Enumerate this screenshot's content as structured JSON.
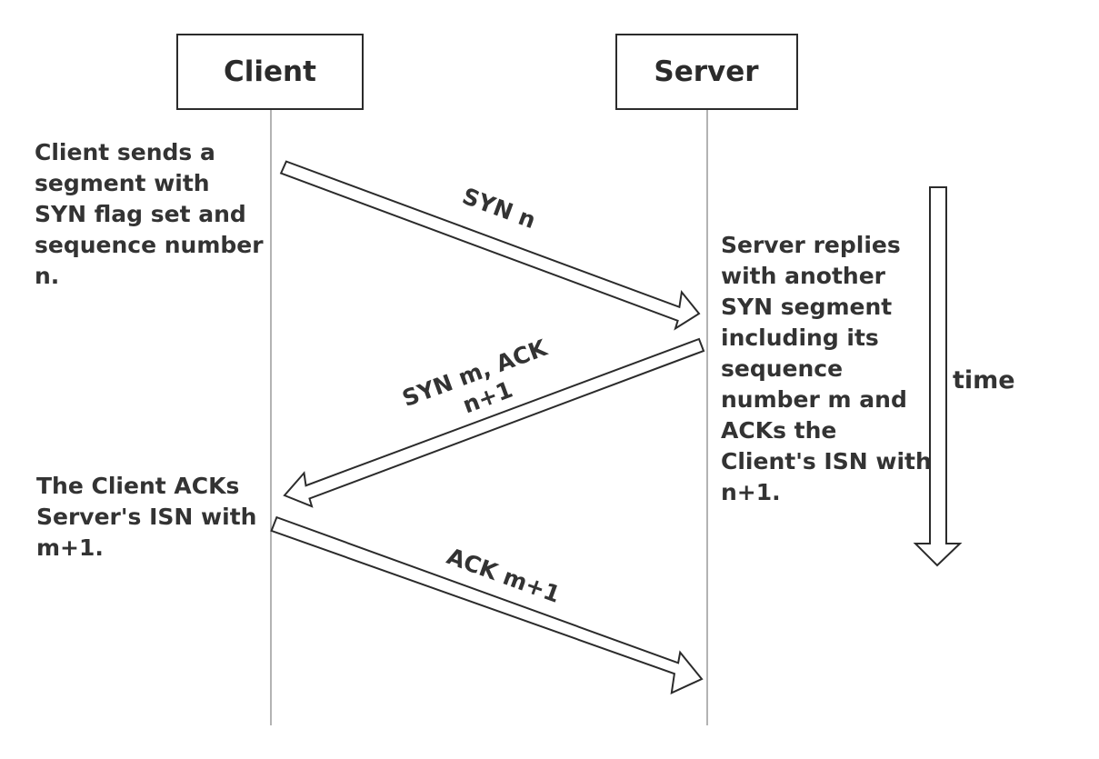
{
  "participants": {
    "client": "Client",
    "server": "Server"
  },
  "notes": {
    "client_syn": [
      "Client sends a",
      "segment with",
      "SYN flag set and",
      "sequence number",
      "n."
    ],
    "server_synack": [
      "Server replies",
      "with another",
      "SYN segment",
      "including its",
      "sequence",
      "number m and",
      "ACKs the",
      "Client's ISN with",
      "n+1."
    ],
    "client_ack": [
      "The Client ACKs",
      "Server's ISN with",
      "m+1."
    ]
  },
  "messages": {
    "syn": [
      "SYN n"
    ],
    "synack": [
      "SYN m, ACK",
      "n+1"
    ],
    "ack": [
      "ACK m+1"
    ]
  },
  "time_label": "time",
  "colors": {
    "stroke": "#2b2b2b",
    "text": "#333333",
    "lifeline": "#9a9a9a"
  }
}
